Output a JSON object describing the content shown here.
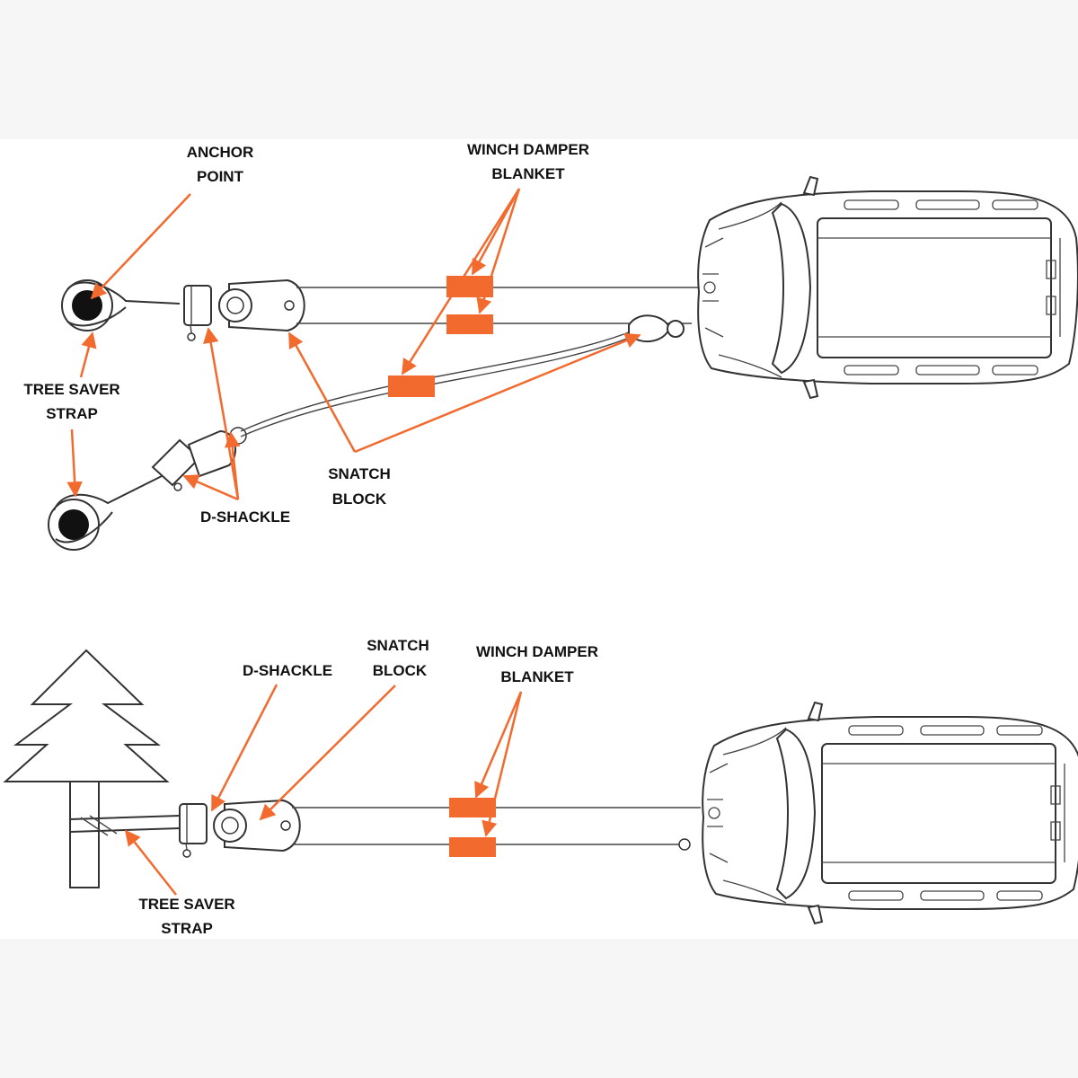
{
  "colors": {
    "accent": "#f26a2e",
    "outline": "#333333",
    "band_background": "#f6f6f6"
  },
  "top_diagram": {
    "anchor_point": [
      "ANCHOR",
      "POINT"
    ],
    "winch_damper_blanket": [
      "WINCH DAMPER",
      "BLANKET"
    ],
    "tree_saver_strap": [
      "TREE SAVER",
      "STRAP"
    ],
    "snatch_block": [
      "SNATCH",
      "BLOCK"
    ],
    "d_shackle": "D-SHACKLE"
  },
  "bottom_diagram": {
    "d_shackle": "D-SHACKLE",
    "snatch_block": [
      "SNATCH",
      "BLOCK"
    ],
    "winch_damper_blanket": [
      "WINCH DAMPER",
      "BLANKET"
    ],
    "tree_saver_strap": [
      "TREE SAVER",
      "STRAP"
    ]
  }
}
